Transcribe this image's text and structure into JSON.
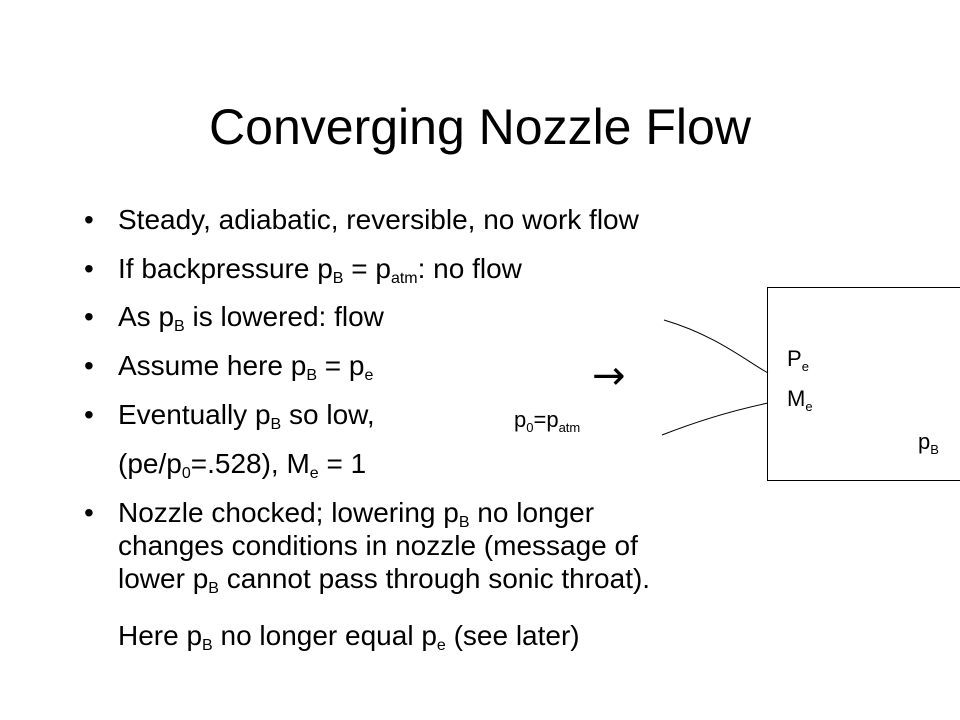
{
  "slide": {
    "title": "Converging Nozzle Flow"
  },
  "bullets": [
    {
      "text": "Steady, adiabatic, reversible, no work flow"
    },
    {
      "pre": "If backpressure p",
      "sub1": "B",
      "mid": " = p",
      "sub2": "atm",
      "post": ":  no flow"
    },
    {
      "pre": "As p",
      "sub1": "B",
      "post": " is lowered: flow"
    },
    {
      "pre": "Assume here p",
      "sub1": "B",
      "mid": " = p",
      "sub2": "e"
    },
    {
      "pre": "Eventually p",
      "sub1": "B",
      "post": " so low,"
    },
    {
      "pre": "(pe/p",
      "sub1": "0",
      "mid": "=.528), M",
      "sub2": "e",
      "post": " = 1"
    },
    {
      "pre": "Nozzle chocked; lowering p",
      "sub1": "B",
      "post": " no longer"
    },
    {
      "text": "changes conditions in nozzle (message of"
    },
    {
      "pre": "lower p",
      "sub1": "B",
      "post": " cannot pass through sonic throat)."
    },
    {
      "pre": "Here p",
      "sub1": "B",
      "mid": " no longer equal p",
      "sub2": "e",
      "post": " (see later)"
    }
  ],
  "diagram": {
    "p0_label": {
      "pre": "p",
      "sub1": "0",
      "mid": "=p",
      "sub2": "atm"
    },
    "arrow": "→",
    "pe_label": {
      "pre": "P",
      "sub1": "e"
    },
    "me_label": {
      "pre": "M",
      "sub1": "e"
    },
    "pb_label": {
      "pre": "p",
      "sub1": "B"
    }
  }
}
